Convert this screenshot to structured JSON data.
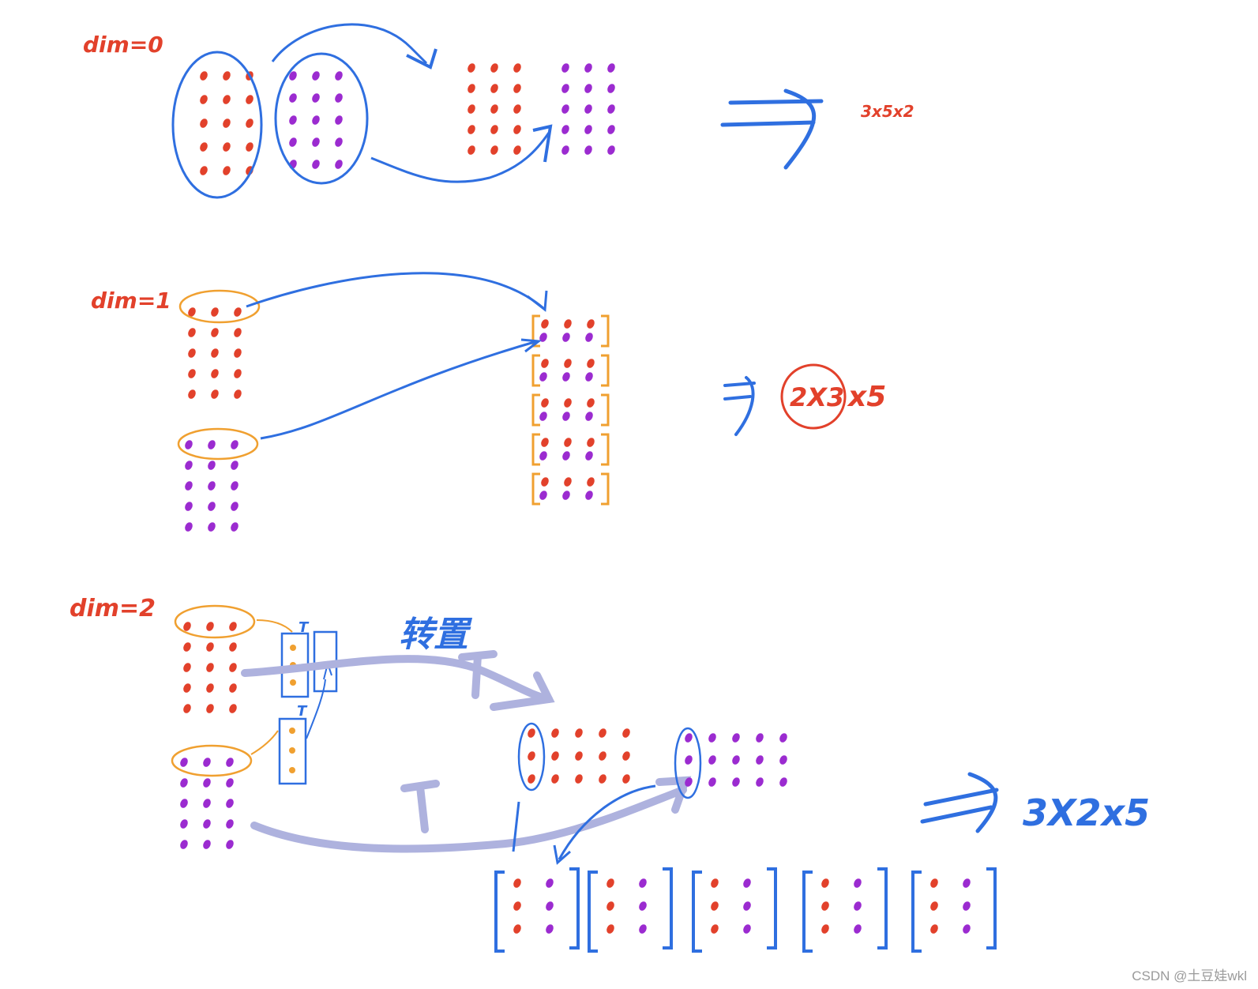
{
  "colors": {
    "red": "#e2412b",
    "purple": "#9b2bd0",
    "blue": "#2f6fe0",
    "orange": "#f0a030",
    "lavender": "#aeb2de"
  },
  "section_dim0": {
    "label": "dim=0",
    "result": "3x5x2"
  },
  "section_dim1": {
    "label": "dim=1",
    "result_circled": "2X3",
    "result_suffix": "x5"
  },
  "section_dim2": {
    "label": "dim=2",
    "transpose_text": "转置",
    "t_mark": "T",
    "result": "3X2x5"
  },
  "watermark": "CSDN @土豆娃wkl"
}
